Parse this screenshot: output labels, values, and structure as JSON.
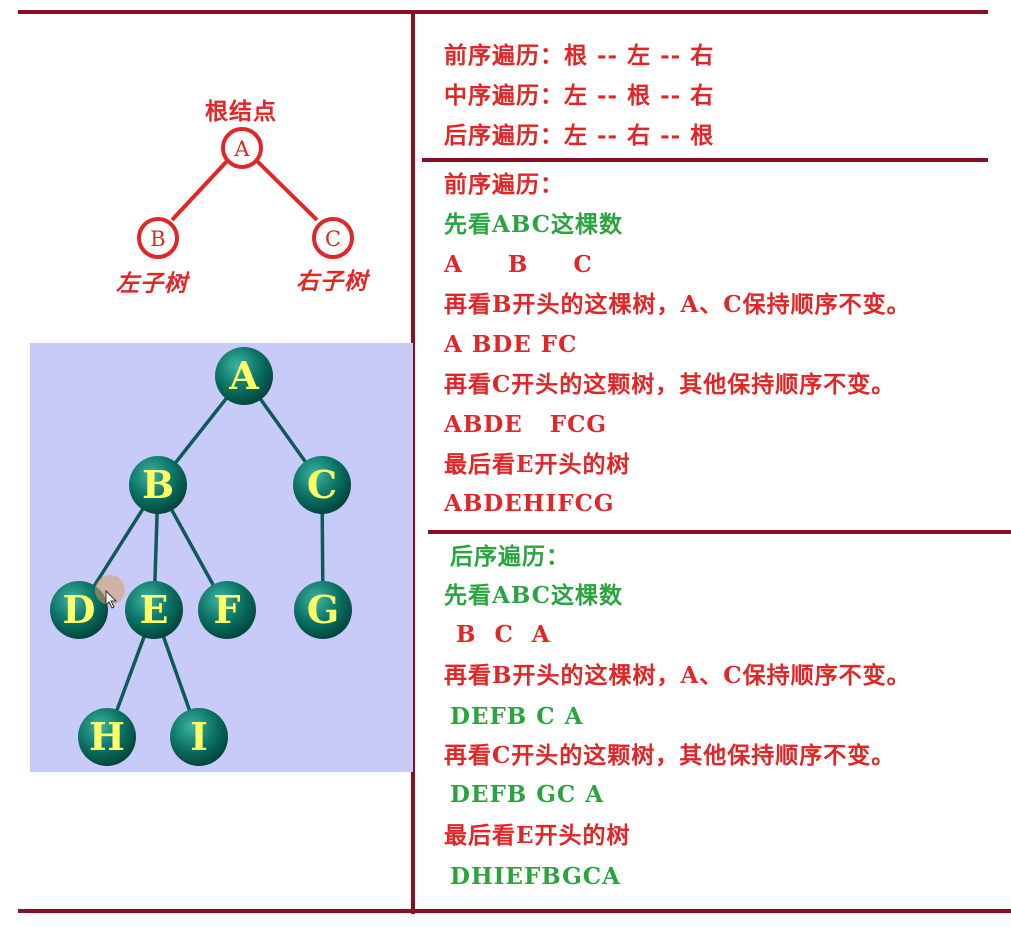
{
  "small_tree": {
    "root_caption": "根结点",
    "left_caption": "左子树",
    "right_caption": "右子树",
    "nodes": [
      "A",
      "B",
      "C"
    ],
    "color": "#e02626"
  },
  "big_tree": {
    "nodes": [
      "A",
      "B",
      "C",
      "D",
      "E",
      "F",
      "G",
      "H",
      "I"
    ],
    "edges": [
      [
        "A",
        "B"
      ],
      [
        "A",
        "C"
      ],
      [
        "B",
        "D"
      ],
      [
        "B",
        "E"
      ],
      [
        "B",
        "F"
      ],
      [
        "C",
        "G"
      ],
      [
        "E",
        "H"
      ],
      [
        "E",
        "I"
      ]
    ],
    "background": "#c8caf8",
    "node_color": "#0a6e62",
    "label_color": "#ffff66"
  },
  "definitions": [
    "前序遍历：根 -- 左 -- 右",
    "中序遍历：左 -- 根 -- 右",
    "后序遍历：左 -- 右 -- 根"
  ],
  "preorder": {
    "title": "前序遍历：",
    "lines": [
      {
        "text": "先看ABC这棵数",
        "color": "green"
      },
      {
        "text": "A     B     C",
        "color": "red"
      },
      {
        "text": "再看B开头的这棵树，A、C保持顺序不变。",
        "color": "red"
      },
      {
        "text": "A BDE FC",
        "color": "red"
      },
      {
        "text": "再看C开头的这颗树，其他保持顺序不变。",
        "color": "red"
      },
      {
        "text": "ABDE   FCG",
        "color": "red"
      },
      {
        "text": "最后看E开头的树",
        "color": "red"
      },
      {
        "text": "ABDEHIFCG",
        "color": "red"
      }
    ]
  },
  "postorder": {
    "title": "后序遍历：",
    "lines": [
      {
        "text": "先看ABC这棵数",
        "color": "green"
      },
      {
        "text": "B  C  A",
        "color": "red"
      },
      {
        "text": "再看B开头的这棵树，A、C保持顺序不变。",
        "color": "red"
      },
      {
        "text": "DEFB C A",
        "color": "green"
      },
      {
        "text": "再看C开头的这颗树，其他保持顺序不变。",
        "color": "red"
      },
      {
        "text": "DEFB GC A",
        "color": "green"
      },
      {
        "text": "最后看E开头的树",
        "color": "red"
      },
      {
        "text": "DHIEFBGCA",
        "color": "green"
      }
    ]
  },
  "colors": {
    "rule": "#8b0e22",
    "red": "#e02626",
    "green": "#2aa43e"
  }
}
